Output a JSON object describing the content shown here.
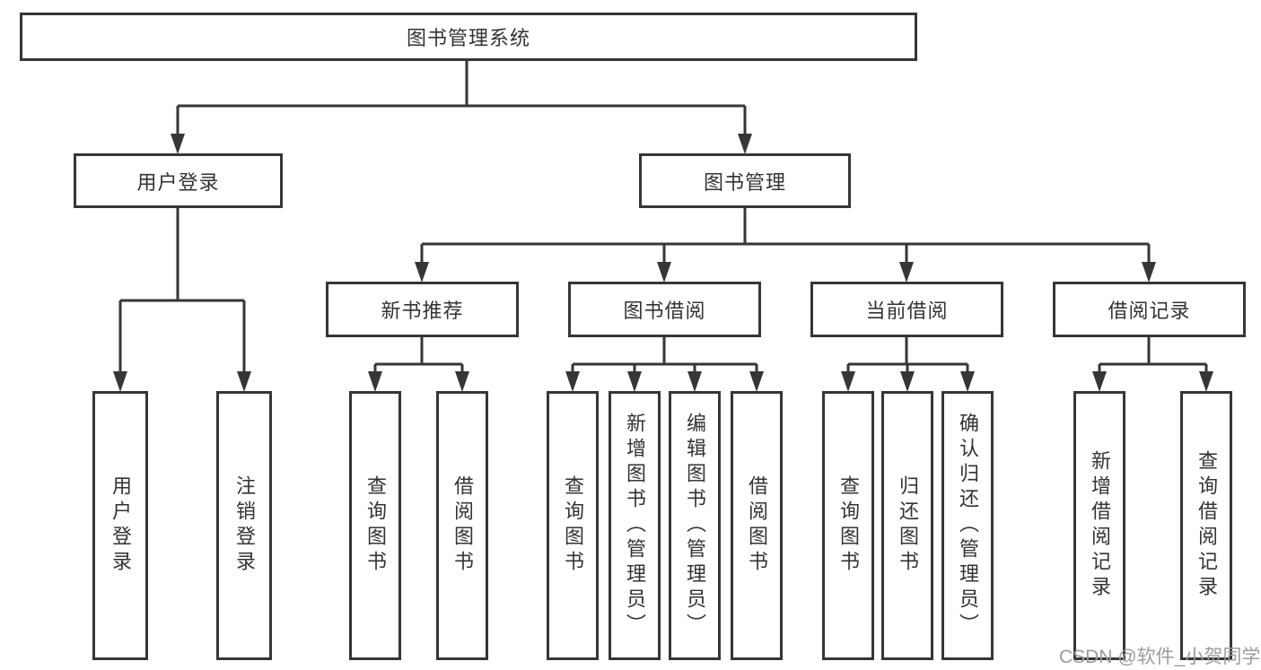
{
  "watermark": "CSDN @软件_小贺同学",
  "colors": {
    "line": "#363636",
    "box_border": "#363636",
    "background": "#ffffff",
    "watermark_text": "#9c9c9c"
  },
  "nodes": {
    "root": {
      "label": "图书管理系统"
    },
    "user_login": {
      "label": "用户登录"
    },
    "book_mgmt": {
      "label": "图书管理"
    },
    "new_book_rec": {
      "label": "新书推荐"
    },
    "book_borrow": {
      "label": "图书借阅"
    },
    "current_borrow": {
      "label": "当前借阅"
    },
    "borrow_records": {
      "label": "借阅记录"
    },
    "leaf_user_login": {
      "label": "用户登录"
    },
    "leaf_logout": {
      "label": "注销登录"
    },
    "leaf_nbr_query_books": {
      "label": "查询图书"
    },
    "leaf_nbr_borrow_books": {
      "label": "借阅图书"
    },
    "leaf_bb_query_books": {
      "label": "查询图书"
    },
    "leaf_bb_add_books": {
      "label": "新增图书（管理员）"
    },
    "leaf_bb_edit_books": {
      "label": "编辑图书（管理员）"
    },
    "leaf_bb_borrow_books": {
      "label": "借阅图书"
    },
    "leaf_cb_query_books": {
      "label": "查询图书"
    },
    "leaf_cb_return_books": {
      "label": "归还图书"
    },
    "leaf_cb_confirm_return": {
      "label": "确认归还（管理员）"
    },
    "leaf_br_add_record": {
      "label": "新增借阅记录"
    },
    "leaf_br_query_record": {
      "label": "查询借阅记录"
    }
  }
}
